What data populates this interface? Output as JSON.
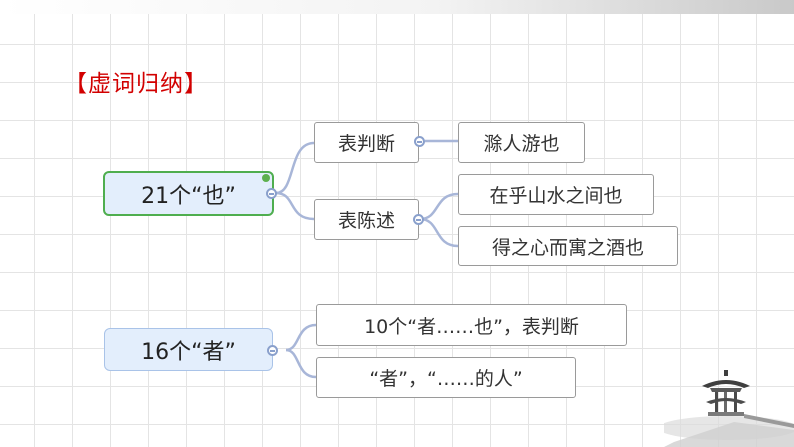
{
  "title": "【虚词归纳】",
  "mindmap": {
    "ye": {
      "root": "21个“也”",
      "branch1": "表判断",
      "branch1_example": "滁人游也",
      "branch2": "表陈述",
      "branch2_examples": [
        "在乎山水之间也",
        "得之心而寓之酒也"
      ]
    },
    "zhe": {
      "root": "16个“者”",
      "usages": [
        "10个“者……也”，表判断",
        "“者”，“……的人”"
      ]
    }
  },
  "colors": {
    "title": "#d20000",
    "root_fill": "#e3eefc",
    "selected_border": "#4fae4f",
    "connector": "#a8b6d8"
  }
}
